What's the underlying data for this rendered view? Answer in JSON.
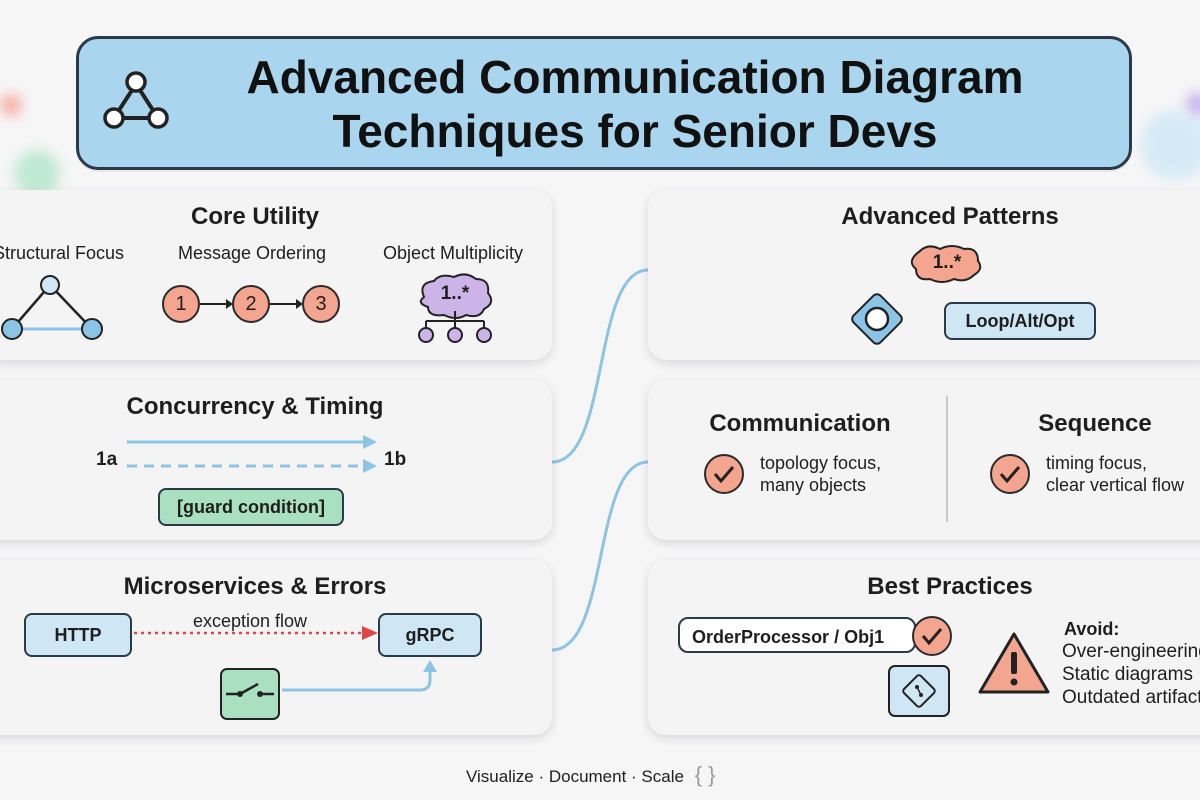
{
  "title": {
    "line1": "Advanced Communication Diagram",
    "line2": "Techniques for Senior Devs"
  },
  "core_utility": {
    "title": "Core Utility",
    "structural_focus": "Structural Focus",
    "message_ordering": "Message Ordering",
    "object_multiplicity": "Object Multiplicity",
    "steps": [
      "1",
      "2",
      "3"
    ],
    "multiplicity": "1..*"
  },
  "concurrency": {
    "title": "Concurrency & Timing",
    "from_label": "1a",
    "to_label": "1b",
    "guard": "[guard condition]"
  },
  "microservices": {
    "title": "Microservices & Errors",
    "http": "HTTP",
    "exception_flow": "exception flow",
    "grpc": "gRPC"
  },
  "advanced_patterns": {
    "title": "Advanced Patterns",
    "multiplicity": "1..*",
    "loop_label": "Loop/Alt/Opt"
  },
  "comparison": {
    "communication": {
      "title": "Communication",
      "line1": "topology focus,",
      "line2": "many objects"
    },
    "sequence": {
      "title": "Sequence",
      "line1": "timing focus,",
      "line2": "clear vertical flow"
    }
  },
  "best_practices": {
    "title": "Best Practices",
    "object_label": "OrderProcessor / Obj1",
    "avoid_title": "Avoid:",
    "avoid_items": [
      "Over-engineering",
      "Static diagrams",
      "Outdated artifacts"
    ]
  },
  "footer": {
    "text": "Visualize · Document · Scale",
    "braces": "{ }"
  },
  "colors": {
    "banner": "#a9d6ee",
    "salmon": "#f4a590",
    "blue_node": "#8cc4e6",
    "purple": "#cdb4e8",
    "green": "#a9e0c0",
    "connector": "#8cc4e6",
    "error_red": "#e04848"
  }
}
